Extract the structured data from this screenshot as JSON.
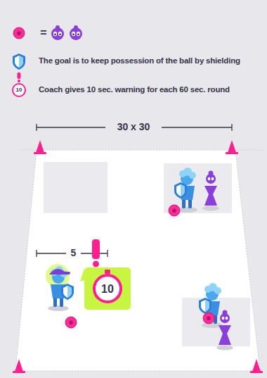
{
  "diagram": {
    "labels": [
      "=",
      "10",
      "30 x 30",
      "5",
      "10"
    ],
    "legend": [
      {
        "text": "The goal is to keep possession of the ball by shielding"
      },
      {
        "text": "Coach gives 10 sec. warning for each 60 sec. round"
      }
    ]
  }
}
